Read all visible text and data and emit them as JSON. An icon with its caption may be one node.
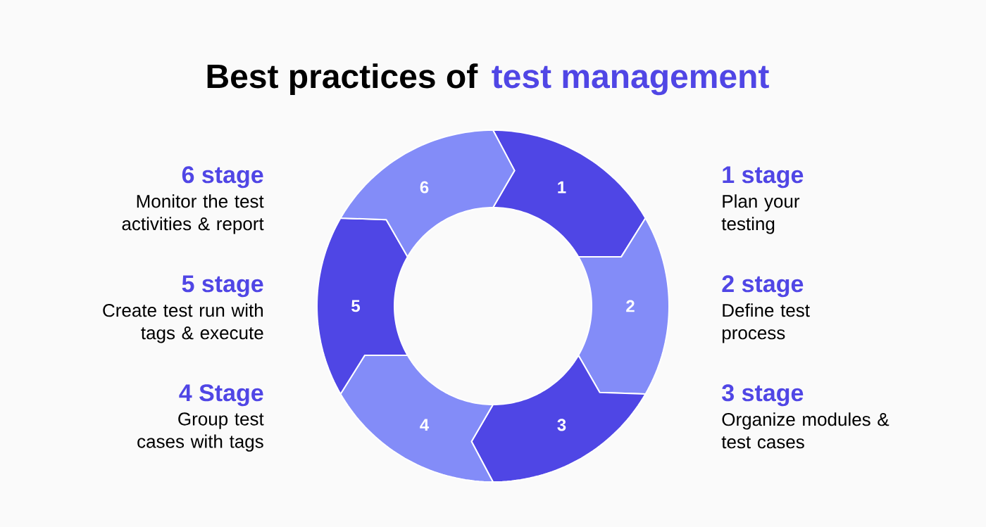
{
  "diagram": {
    "title": "Best practices of",
    "nodes": [
      {
        "text": [
          "1"
        ],
        "beside": [
          "1 stage",
          "Plan your testing"
        ]
      },
      {
        "text": [
          "2"
        ],
        "beside": [
          "2 stage",
          "Define test process"
        ]
      },
      {
        "text": [
          "3"
        ],
        "beside": [
          "3 stage",
          "Organize modules & test cases"
        ]
      },
      {
        "text": [
          "4"
        ],
        "beside": [
          "4 Stage",
          "Group test cases with tags"
        ]
      },
      {
        "text": [
          "5"
        ],
        "beside": [
          "5 stage",
          "Create test run with tags & execute"
        ]
      },
      {
        "text": [
          "6"
        ],
        "beside": [
          "6 stage",
          "Monitor the test activities & report"
        ]
      }
    ],
    "labels": [
      "test management"
    ]
  }
}
